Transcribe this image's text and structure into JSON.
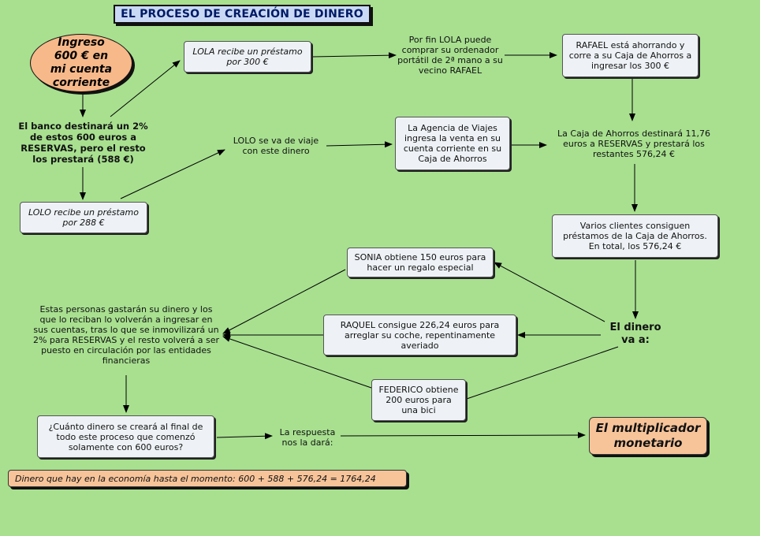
{
  "title": "EL PROCESO DE CREACIÓN DE DINERO",
  "nodes": {
    "ingreso": "Ingreso 600 € en mi cuenta corriente",
    "banco": "El banco destinará un 2% de estos 600 euros a RESERVAS, pero el resto los prestará (588 €)",
    "lola_prestamo": "LOLA recibe un préstamo por 300 €",
    "lola_compra": "Por fin LOLA puede comprar su ordenador portátil de 2ª mano a su vecino RAFAEL",
    "rafael": "RAFAEL está ahorrando y corre a su Caja de Ahorros a ingresar los 300 €",
    "lolo_prestamo": "LOLO recibe un préstamo por 288 €",
    "lolo_viaje": "LOLO se va de viaje con este dinero",
    "agencia": "La Agencia de Viajes ingresa la venta en su cuenta corriente en su Caja de Ahorros",
    "caja": "La Caja de Ahorros destinará 11,76 euros a RESERVAS y prestará los restantes 576,24 €",
    "clientes": "Varios clientes consiguen préstamos de la Caja de Ahorros. En total, los 576,24 €",
    "sonia": "SONIA obtiene 150 euros para hacer un regalo especial",
    "raquel": "RAQUEL consigue 226,24 euros para arreglar su coche, repentinamente averiado",
    "federico": "FEDERICO obtiene 200 euros para una bici",
    "dinero_va": "El dinero va a:",
    "personas": "Estas personas gastarán su dinero y los que lo reciban lo volverán a ingresar en sus cuentas, tras lo que se inmovilizará un 2% para RESERVAS y el resto volverá a ser puesto en circulación por las entidades financieras",
    "pregunta": "¿Cuánto dinero se creará al final de todo este proceso que comenzó solamente con 600 euros?",
    "respuesta": "La respuesta nos la dará:",
    "multiplicador": "El multiplicador monetario",
    "total": "Dinero que hay en la economía hasta el momento:  600 + 588 + 576,24 = 1764,24"
  },
  "colors": {
    "background": "#a8e090",
    "box": "#eef2f6",
    "highlight": "#f7b98a",
    "title_bg": "#c9d9f5",
    "title_text": "#001a66"
  }
}
